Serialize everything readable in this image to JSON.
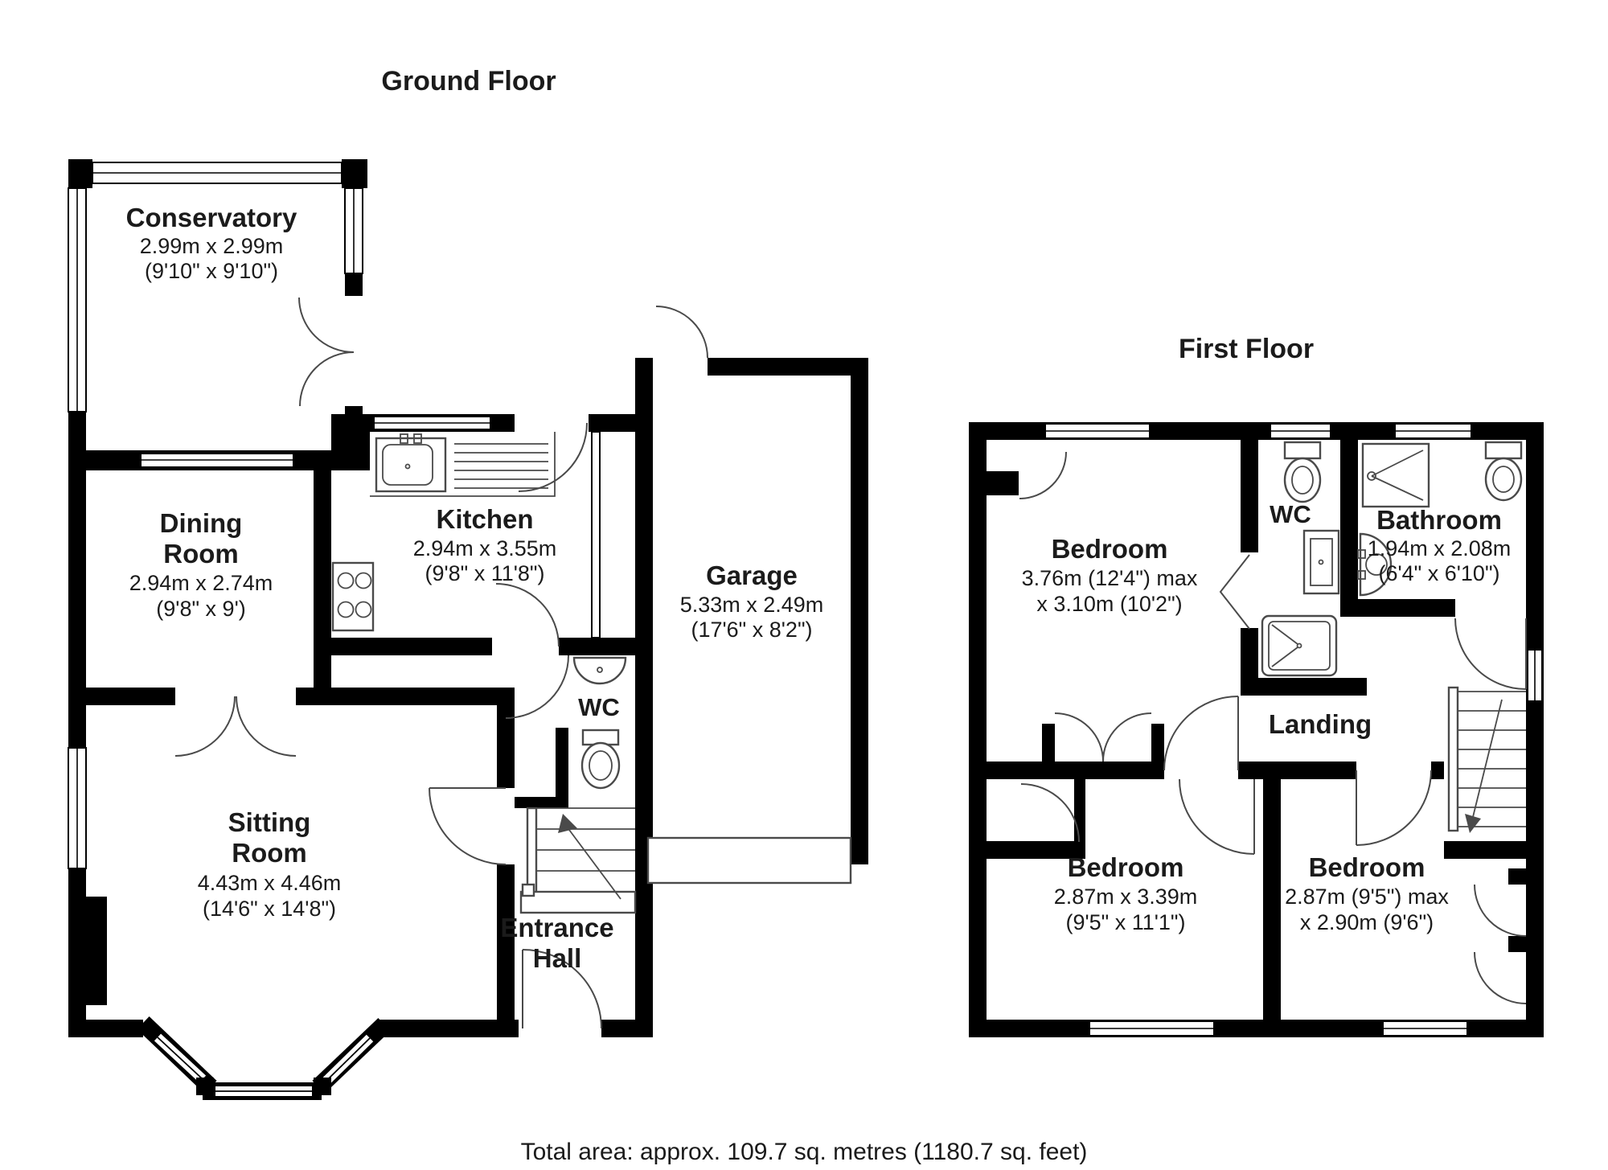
{
  "document": {
    "background": "#ffffff",
    "wall_color": "#000000",
    "line_color": "#4a4a4a",
    "text_color": "#1b1b1b"
  },
  "titles": {
    "ground_floor": "Ground Floor",
    "first_floor": "First Floor"
  },
  "footer": {
    "total_area": "Total area: approx. 109.7 sq. metres (1180.7 sq. feet)"
  },
  "ground_floor": {
    "conservatory": {
      "name": "Conservatory",
      "dim_m": "2.99m x 2.99m",
      "dim_ft": "(9'10\" x 9'10\")"
    },
    "dining_room": {
      "name_line1": "Dining",
      "name_line2": "Room",
      "dim_m": "2.94m x 2.74m",
      "dim_ft": "(9'8\" x 9')"
    },
    "kitchen": {
      "name": "Kitchen",
      "dim_m": "2.94m x 3.55m",
      "dim_ft": "(9'8\" x 11'8\")"
    },
    "garage": {
      "name": "Garage",
      "dim_m": "5.33m x 2.49m",
      "dim_ft": "(17'6\" x 8'2\")"
    },
    "wc": {
      "name": "WC"
    },
    "sitting_room": {
      "name_line1": "Sitting",
      "name_line2": "Room",
      "dim_m": "4.43m x 4.46m",
      "dim_ft": "(14'6\" x 14'8\")"
    },
    "entrance_hall": {
      "name_line1": "Entrance",
      "name_line2": "Hall"
    }
  },
  "first_floor": {
    "bedroom_1": {
      "name": "Bedroom",
      "dim_line1": "3.76m (12'4\") max",
      "dim_line2": "x 3.10m (10'2\")"
    },
    "wc": {
      "name": "WC"
    },
    "bathroom": {
      "name": "Bathroom",
      "dim_m": "1.94m x 2.08m",
      "dim_ft": "(6'4\" x 6'10\")"
    },
    "landing": {
      "name": "Landing"
    },
    "bedroom_2": {
      "name": "Bedroom",
      "dim_m": "2.87m x 3.39m",
      "dim_ft": "(9'5\" x 11'1\")"
    },
    "bedroom_3": {
      "name": "Bedroom",
      "dim_line1": "2.87m (9'5\") max",
      "dim_line2": "x 2.90m (9'6\")"
    }
  }
}
